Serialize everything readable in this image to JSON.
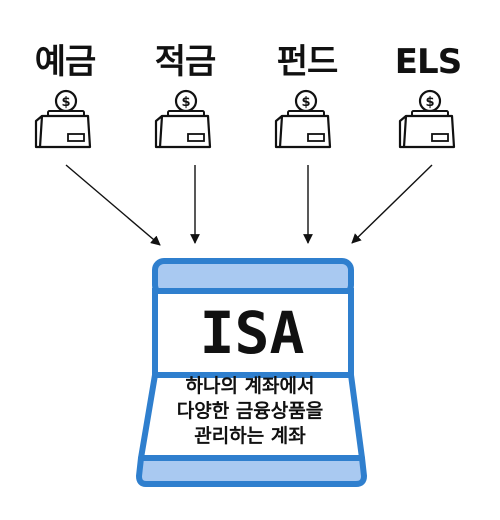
{
  "categories": [
    {
      "label": "예금",
      "icon": "money-box-icon"
    },
    {
      "label": "적금",
      "icon": "money-box-icon"
    },
    {
      "label": "펀드",
      "icon": "money-box-icon"
    },
    {
      "label": "ELS",
      "icon": "money-box-icon"
    }
  ],
  "account": {
    "title": "ISA",
    "description_lines": [
      "하나의 계좌에서",
      "다양한 금융상품을",
      "관리하는 계좌"
    ]
  },
  "colors": {
    "account_border": "#2f7fce",
    "account_fill_light": "#a9c9f1",
    "icon_stroke": "#111111",
    "arrow": "#111111"
  }
}
